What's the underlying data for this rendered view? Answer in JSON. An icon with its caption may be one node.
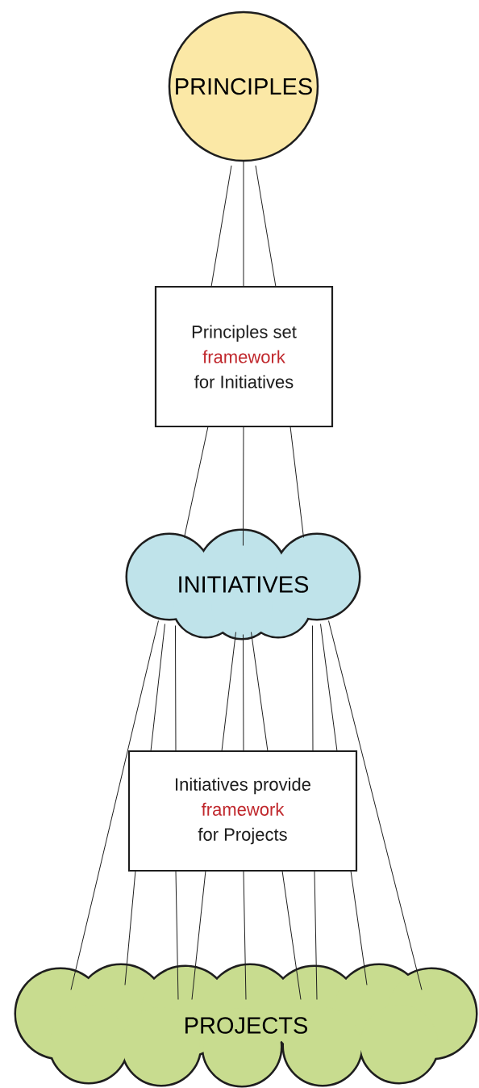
{
  "diagram": {
    "nodes": [
      {
        "text": [
          "PRINCIPLES"
        ]
      },
      {
        "text": [
          "Principles set",
          "framework",
          "for Initiatives"
        ]
      },
      {
        "text": [
          "INITIATIVES"
        ]
      },
      {
        "text": [
          "Initiatives provide",
          "framework",
          "for Projects"
        ]
      },
      {
        "text": [
          "PROJECTS"
        ]
      }
    ],
    "edges": [
      {
        "from": 0,
        "to": 1,
        "arrow": "none"
      },
      {
        "from": 0,
        "to": 1,
        "arrow": "none"
      },
      {
        "from": 0,
        "to": 1,
        "arrow": "none"
      },
      {
        "from": 1,
        "to": 2,
        "arrow": "none"
      },
      {
        "from": 1,
        "to": 2,
        "arrow": "none"
      },
      {
        "from": 1,
        "to": 2,
        "arrow": "none"
      },
      {
        "from": 2,
        "to": 4,
        "arrow": "none"
      },
      {
        "from": 2,
        "to": 3,
        "arrow": "none"
      },
      {
        "from": 2,
        "to": 3,
        "arrow": "none"
      },
      {
        "from": 2,
        "to": 3,
        "arrow": "none"
      },
      {
        "from": 2,
        "to": 3,
        "arrow": "none"
      },
      {
        "from": 2,
        "to": 3,
        "arrow": "none"
      },
      {
        "from": 2,
        "to": 3,
        "arrow": "none"
      },
      {
        "from": 2,
        "to": 3,
        "arrow": "none"
      },
      {
        "from": 2,
        "to": 4,
        "arrow": "none"
      },
      {
        "from": 3,
        "to": 4,
        "arrow": "none"
      },
      {
        "from": 3,
        "to": 4,
        "arrow": "none"
      },
      {
        "from": 3,
        "to": 4,
        "arrow": "none"
      },
      {
        "from": 3,
        "to": 4,
        "arrow": "none"
      },
      {
        "from": 3,
        "to": 4,
        "arrow": "none"
      },
      {
        "from": 3,
        "to": 4,
        "arrow": "none"
      },
      {
        "from": 3,
        "to": 4,
        "arrow": "none"
      }
    ]
  }
}
